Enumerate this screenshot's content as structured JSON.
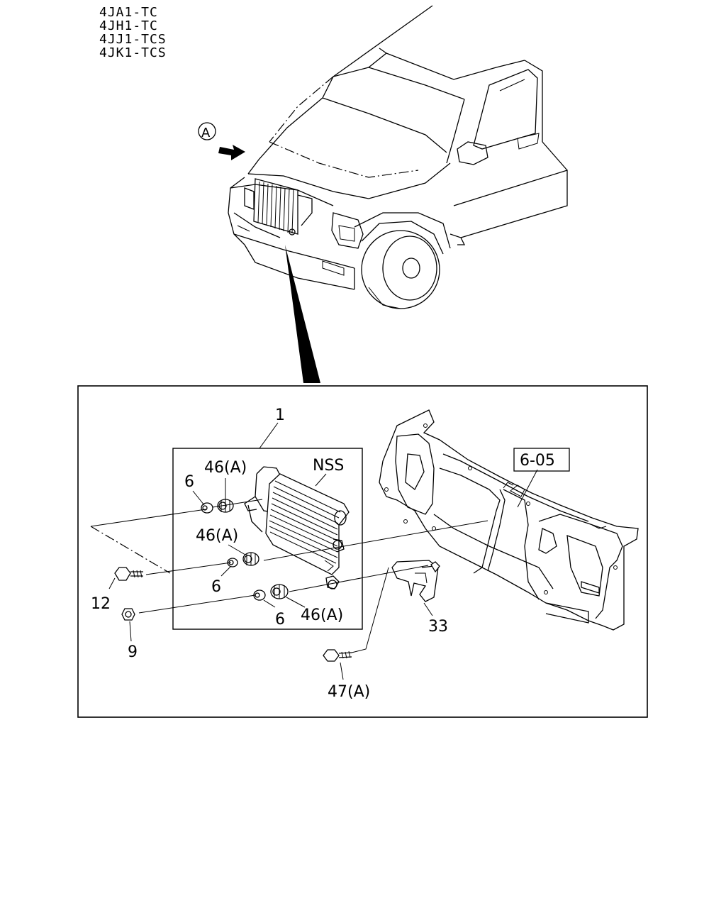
{
  "engine_codes": [
    "4JA1-TC",
    "4JH1-TC",
    "4JJ1-TCS",
    "4JK1-TCS"
  ],
  "view_marker": "A",
  "callouts": {
    "part_1": "1",
    "nss": "NSS",
    "ref_6_05": "6-05",
    "p46a_top": "46(A)",
    "p6_top": "6",
    "p46a_mid": "46(A)",
    "p6_mid": "6",
    "p12": "12",
    "p9": "9",
    "p6_bot": "6",
    "p46a_bot": "46(A)",
    "p33": "33",
    "p47a": "47(A)"
  }
}
